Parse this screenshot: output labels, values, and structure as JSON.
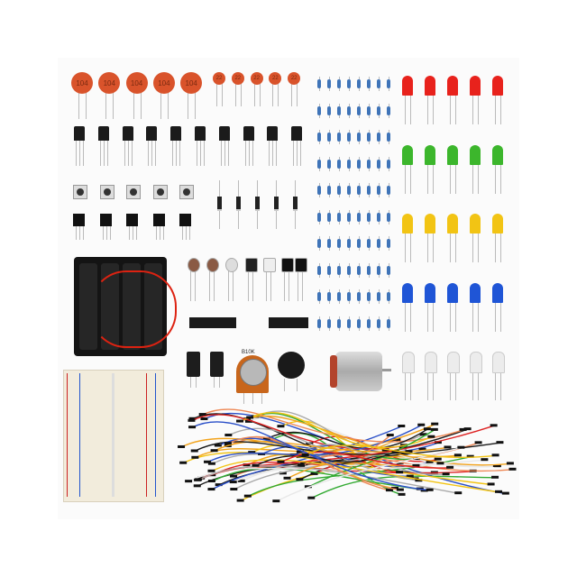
{
  "photo": {
    "subject": "electronic-components-kit",
    "ceramic_capacitor_large_label": "104",
    "ceramic_capacitor_small_label": "22",
    "potentiometer_label": "B10K",
    "colors": {
      "ceramic": "#d9532b",
      "resistor": "#3f74b8",
      "led_red": "#e8221c",
      "led_green": "#3cb62c",
      "led_yellow": "#f2c414",
      "led_blue": "#1f55d6",
      "led_white": "#ececec",
      "breadboard": "#f2ecdc"
    },
    "counts": {
      "ceramic_large": 5,
      "ceramic_small": 5,
      "transistors": 10,
      "buttons": 5,
      "ir_receivers": 5,
      "diodes": 5,
      "resistor_rows": 10,
      "resistor_cols": 8,
      "leds_per_color": 5
    }
  }
}
